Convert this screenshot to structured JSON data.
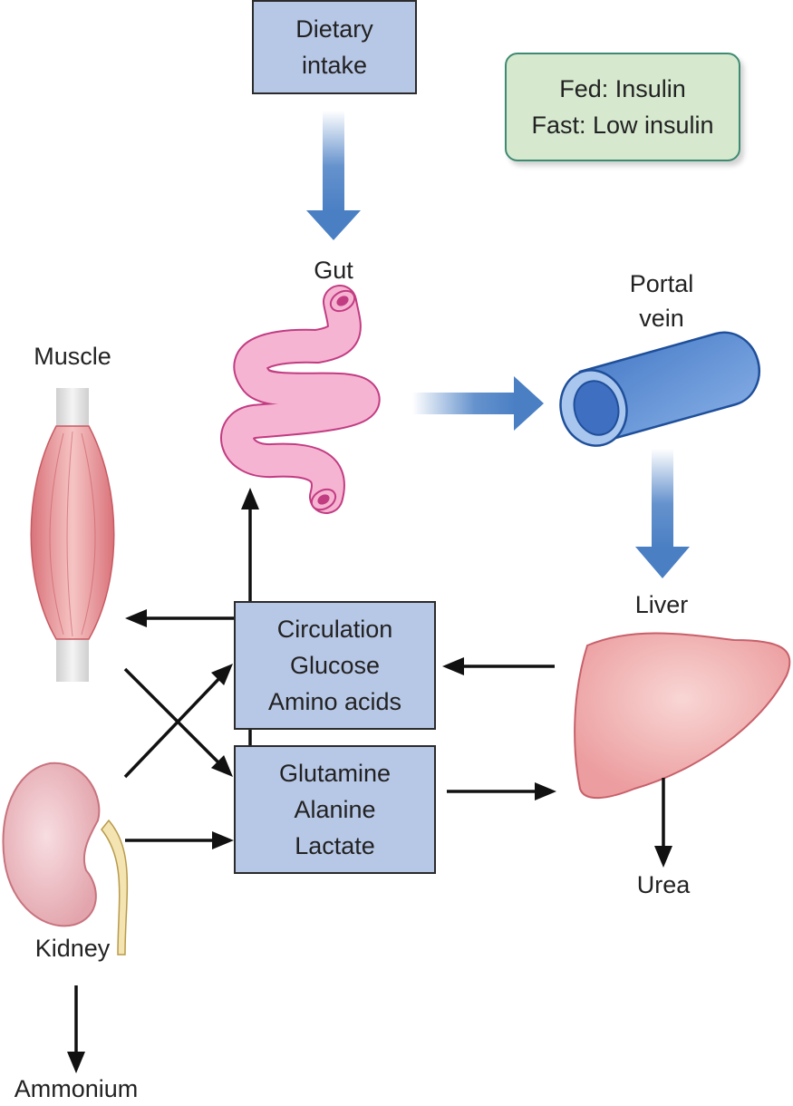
{
  "nodes": {
    "dietary_intake": [
      "Dietary",
      "intake"
    ],
    "hormones": [
      "Fed: Insulin",
      "Fast: Low insulin"
    ],
    "gut": "Gut",
    "portal_vein": [
      "Portal",
      "vein"
    ],
    "muscle": "Muscle",
    "liver": "Liver",
    "circulation": [
      "Circulation",
      "Glucose",
      "Amino acids"
    ],
    "metabolites": [
      "Glutamine",
      "Alanine",
      "Lactate"
    ],
    "urea": "Urea",
    "kidney": "Kidney",
    "ammonium": "Ammonium"
  },
  "colors": {
    "box_fill": "#b7c7e6",
    "note_fill": "#d6e9cf",
    "note_border": "#3e8a72",
    "flow_arrow": "#4a7fc4",
    "organ_pink": "#f2a8c8",
    "liver_fill": "#f3b8b8",
    "kidney_fill": "#efc4ca",
    "muscle_fill": "#e99a9a"
  }
}
